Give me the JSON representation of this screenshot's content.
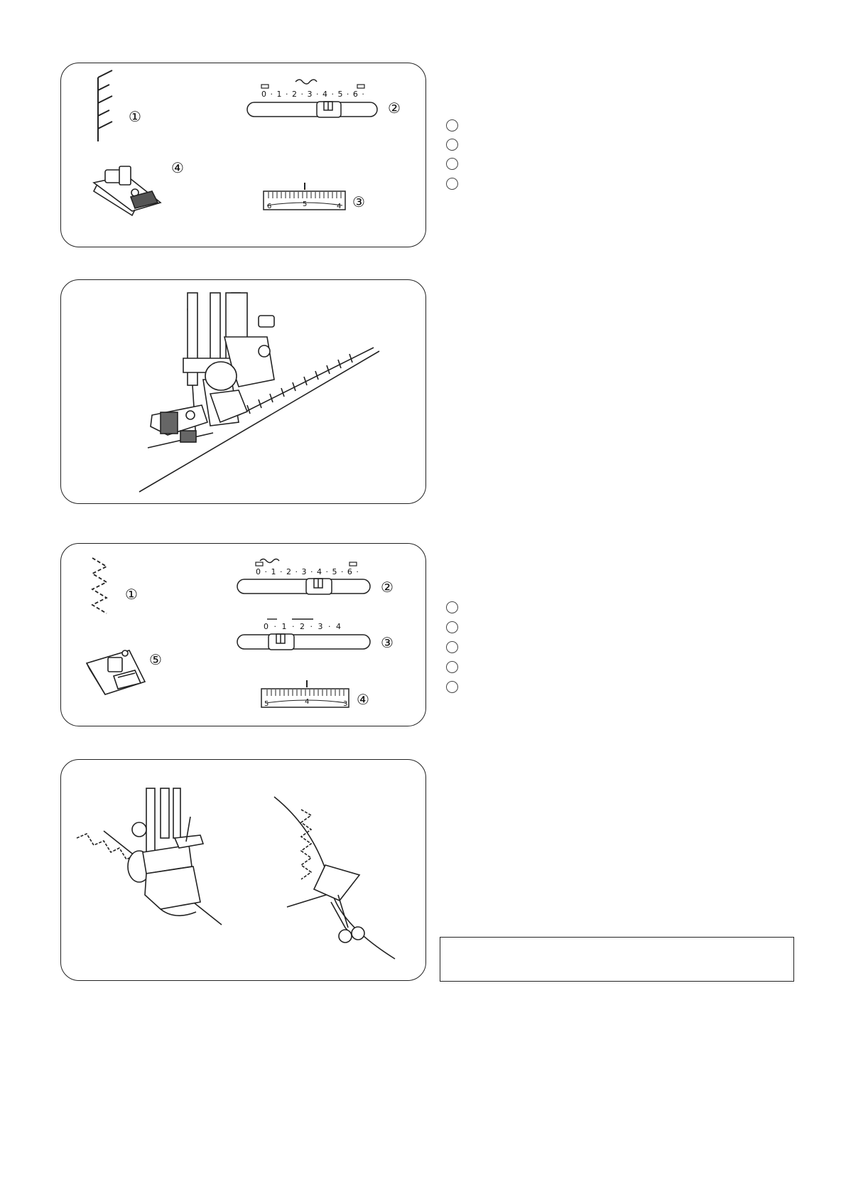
{
  "panel1": {
    "labels": {
      "pattern": "①",
      "width_dial": "②",
      "length_dial": "③",
      "foot": "④"
    },
    "width_scale": "0 · 1 · 2 · 3 · 4 · 5 · 6 ·",
    "length_scale": [
      "6",
      "5",
      "4"
    ]
  },
  "panel3": {
    "labels": {
      "pattern": "①",
      "width_dial": "②",
      "position_dial": "③",
      "length_dial": "④",
      "foot": "⑤"
    },
    "width_scale": "0 · 1 · 2 · 3 · 4 · 5 · 6 ·",
    "position_scale": "0 · 1 · 2 · 3 · 4",
    "length_scale": [
      "5",
      "4",
      "3"
    ]
  },
  "legend_groups": [
    {
      "count": 4
    },
    {
      "count": 5
    }
  ]
}
